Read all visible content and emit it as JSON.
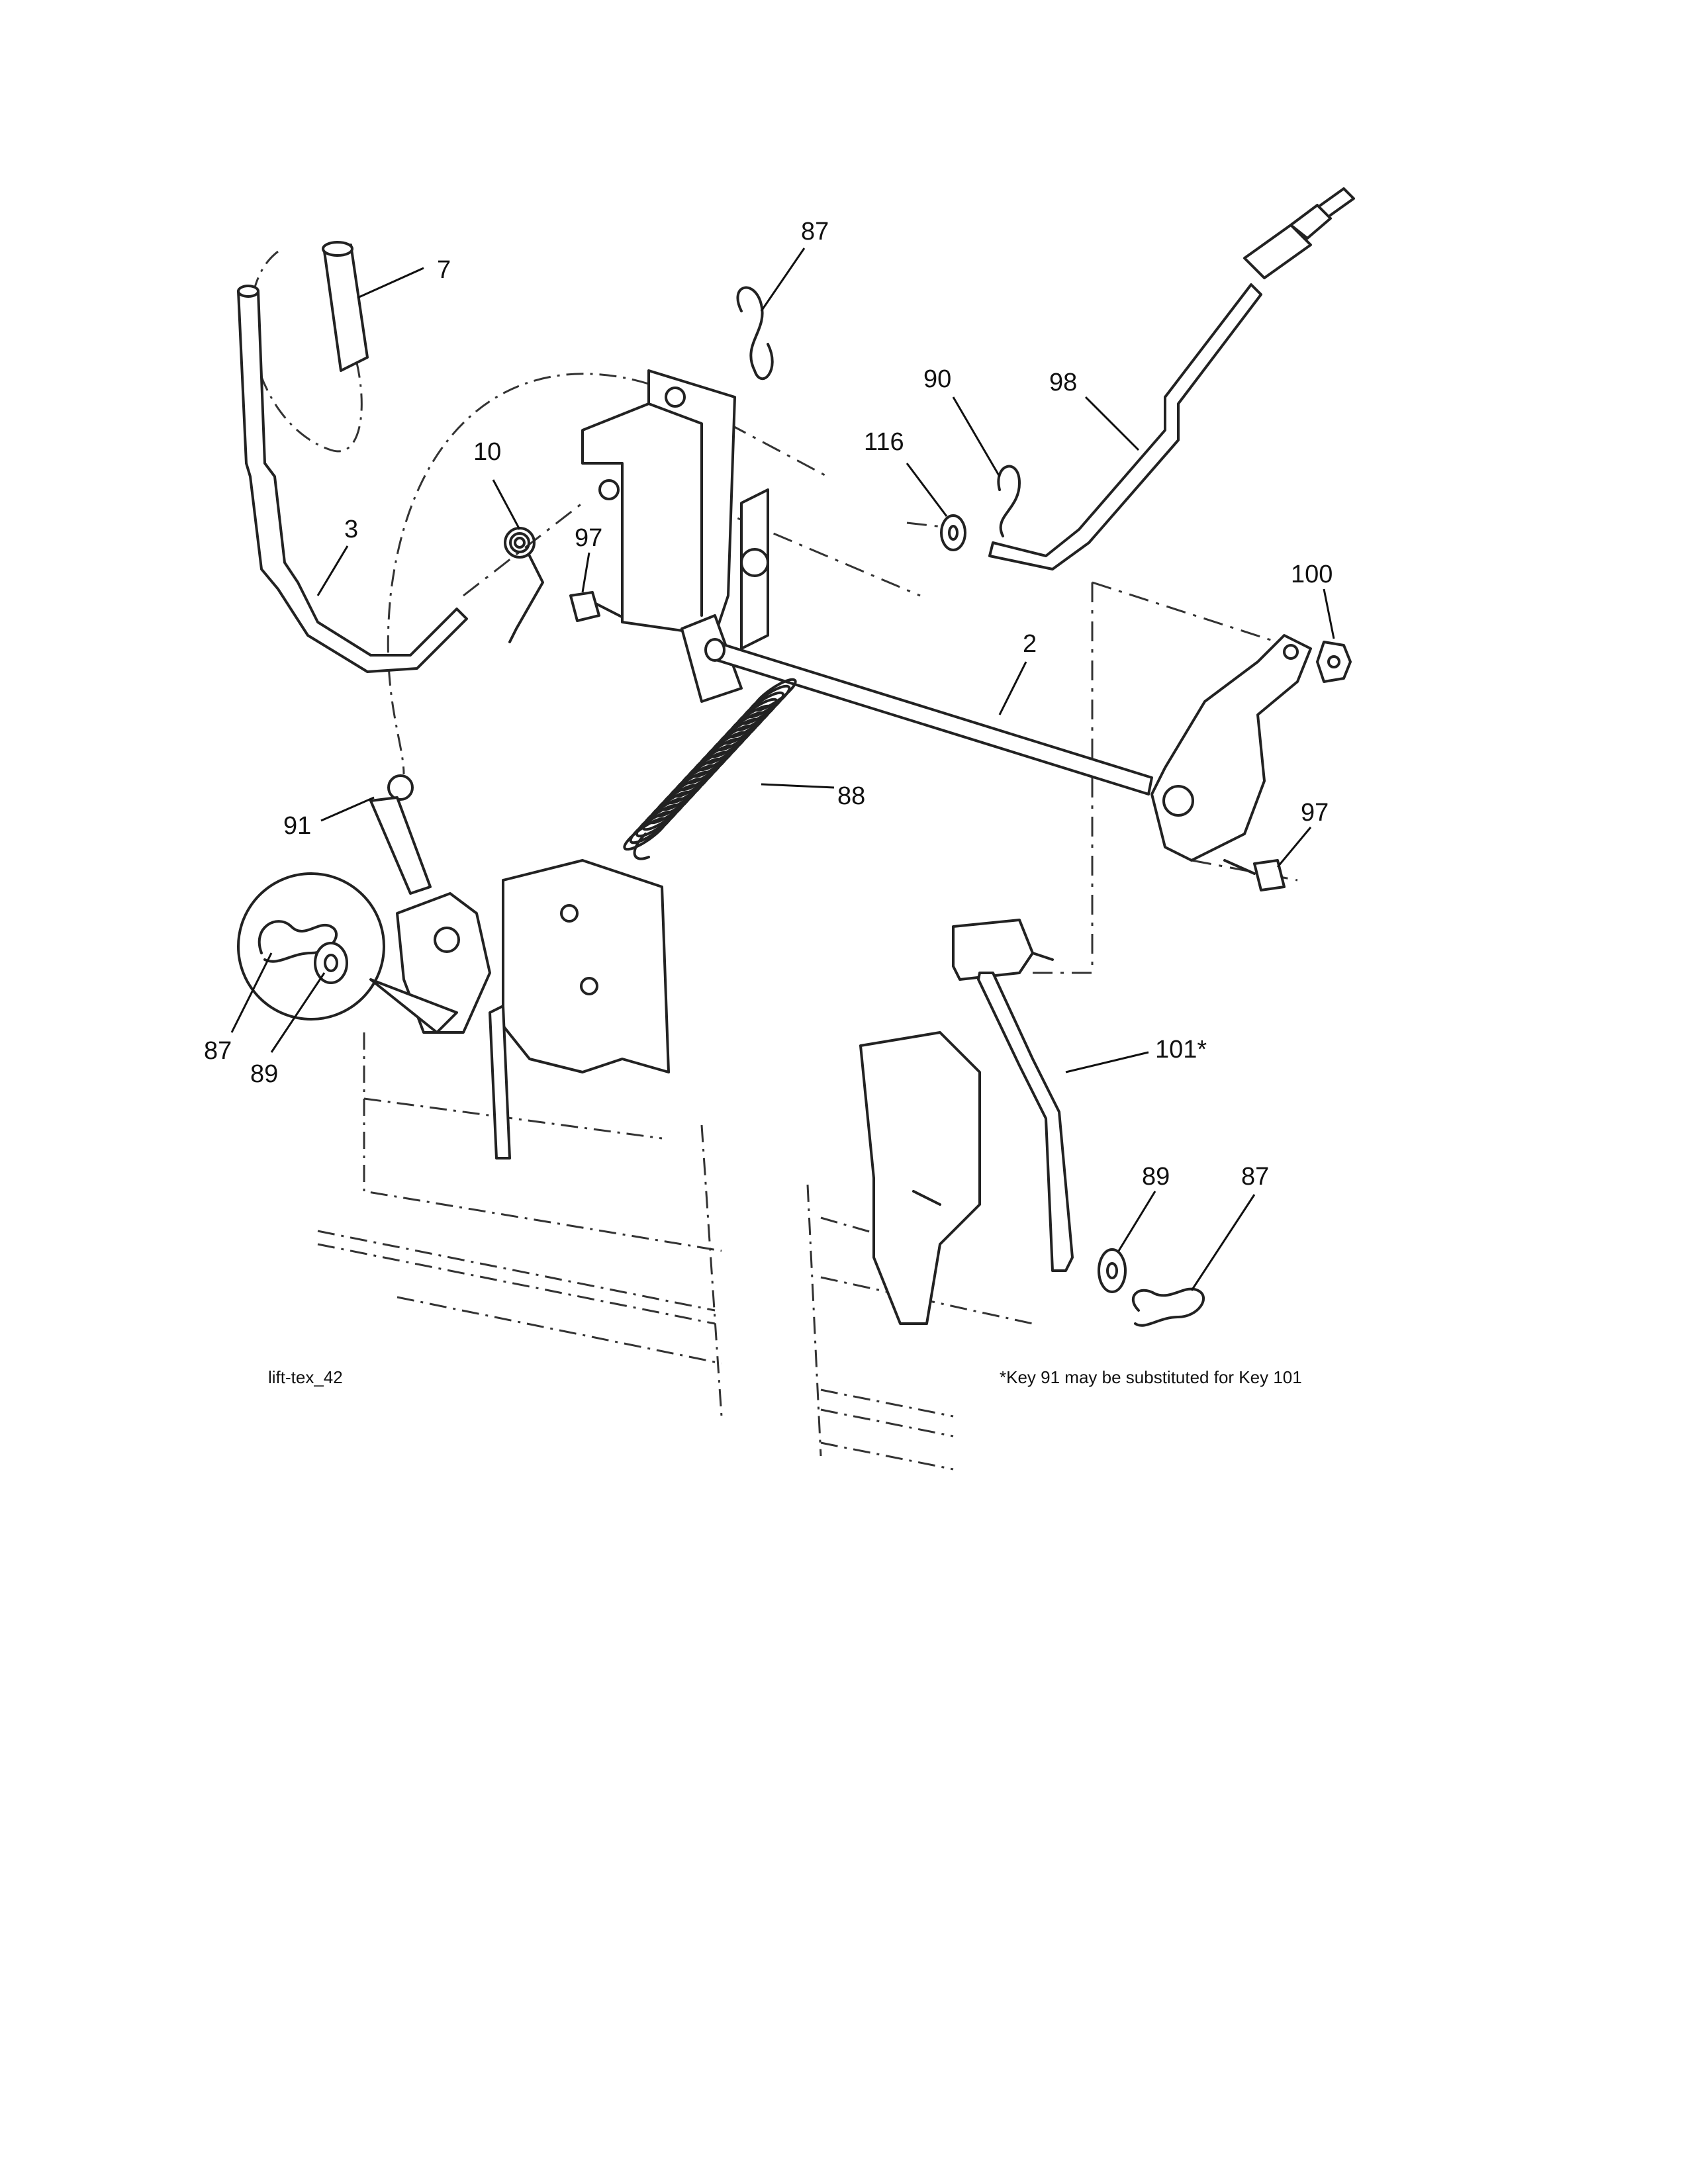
{
  "callouts": {
    "c87_top": "87",
    "c7": "7",
    "c90": "90",
    "c98": "98",
    "c116": "116",
    "c10": "10",
    "c97_left": "97",
    "c3": "3",
    "c100": "100",
    "c2": "2",
    "c88": "88",
    "c91": "91",
    "c97_right": "97",
    "c87_detail": "87",
    "c89_detail": "89",
    "c101": "101*",
    "c89_right": "89",
    "c87_right": "87"
  },
  "captions": {
    "diagram_id": "lift-tex_42",
    "footnote": "*Key 91 may be substituted for Key 101"
  }
}
